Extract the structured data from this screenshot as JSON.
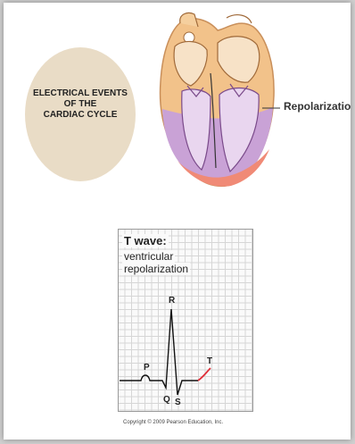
{
  "oval": {
    "lines": [
      "ELECTRICAL EVENTS",
      "OF THE",
      "CARDIAC CYCLE"
    ]
  },
  "heart": {
    "label": "Repolarizatio"
  },
  "ecg": {
    "title": "T wave:",
    "subtitle_lines": [
      "ventricular",
      "repolarization"
    ],
    "waves": {
      "p": "P",
      "q": "Q",
      "r": "R",
      "s": "S",
      "t": "T"
    }
  },
  "copyright": "Copyright © 2009 Pearson Education, Inc.",
  "colors": {
    "oval": "#e9dcc6",
    "heart_muscle": "#f2c28a",
    "ventricle_repolarization": "#c9a2d6",
    "apex": "#f08a76",
    "t_wave": "#e0303a"
  }
}
